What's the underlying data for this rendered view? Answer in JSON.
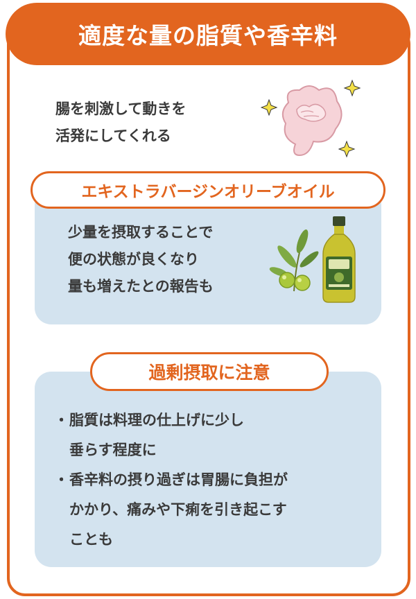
{
  "title": "適度な量の脂質や香辛料",
  "intro": {
    "lines": [
      "腸を刺激して動きを",
      "活発にしてくれる"
    ]
  },
  "olive_section": {
    "label": "エキストラバージンオリーブオイル",
    "lines": [
      "少量を摂取することで",
      "便の状態が良くなり",
      "量も増えたとの報告も"
    ]
  },
  "warning_section": {
    "label": "過剰摂取に注意",
    "bullet_mark": "・",
    "items": [
      {
        "lines": [
          "脂質は料理の仕上げに少し",
          "垂らす程度に"
        ]
      },
      {
        "lines": [
          "香辛料の摂り過ぎは胃腸に負担が",
          "かかり、痛みや下痢を引き起こす",
          "ことも"
        ]
      }
    ]
  },
  "colors": {
    "accent": "#e2651f",
    "panel": "#d3e3ef",
    "text": "#3a3a3a",
    "intestine": "#f6d3d8",
    "olive_oil": "#c9c230"
  },
  "icons": [
    "intestine-icon",
    "sparkle-icon",
    "olive-branch-icon",
    "olive-oil-bottle-icon"
  ]
}
